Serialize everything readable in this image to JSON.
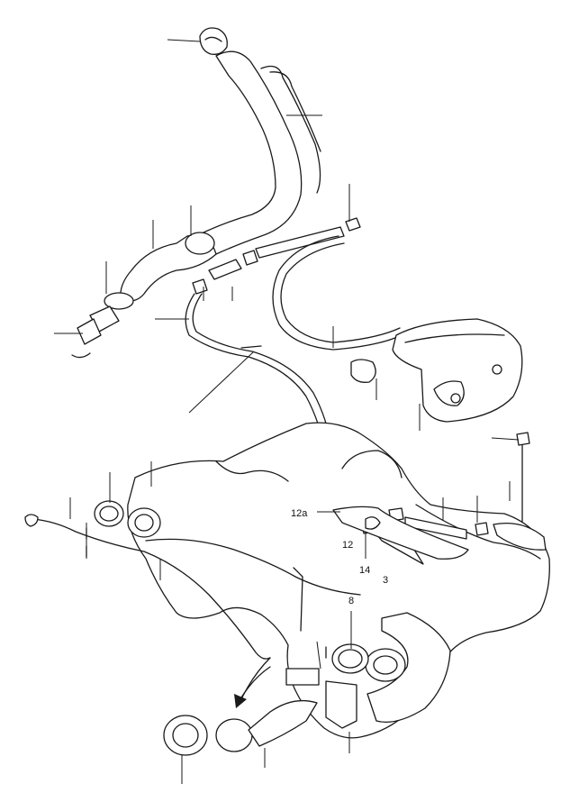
{
  "labels": {
    "l12a": "12a",
    "l12": "12",
    "l14": "14",
    "l3": "3",
    "l8": "8"
  },
  "colors": {
    "line": "#1a1a1a",
    "background": "#ffffff"
  }
}
